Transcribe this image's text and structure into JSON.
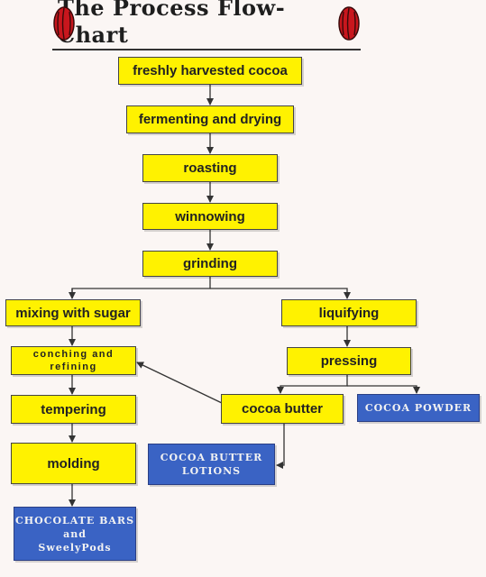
{
  "title": "The Process Flow-Chart",
  "icons": {
    "left": "cocoa-pod-icon",
    "right": "cocoa-pod-icon"
  },
  "colors": {
    "step_fill": "#fff200",
    "product_fill": "#3a63c4",
    "pod_red": "#c8161d"
  },
  "steps": {
    "harvest": "freshly harvested cocoa",
    "ferment": "fermenting and drying",
    "roast": "roasting",
    "winnow": "winnowing",
    "grind": "grinding",
    "mix": "mixing with sugar",
    "conch": "conching and\nrefining",
    "temper": "tempering",
    "mold": "molding",
    "liquify": "liquifying",
    "press": "pressing",
    "butter": "cocoa butter"
  },
  "products": {
    "bars": "CHOCOLATE BARS\nand\nSweelyPods",
    "lotions": "COCOA BUTTER\nLOTIONS",
    "powder": "COCOA POWDER"
  }
}
